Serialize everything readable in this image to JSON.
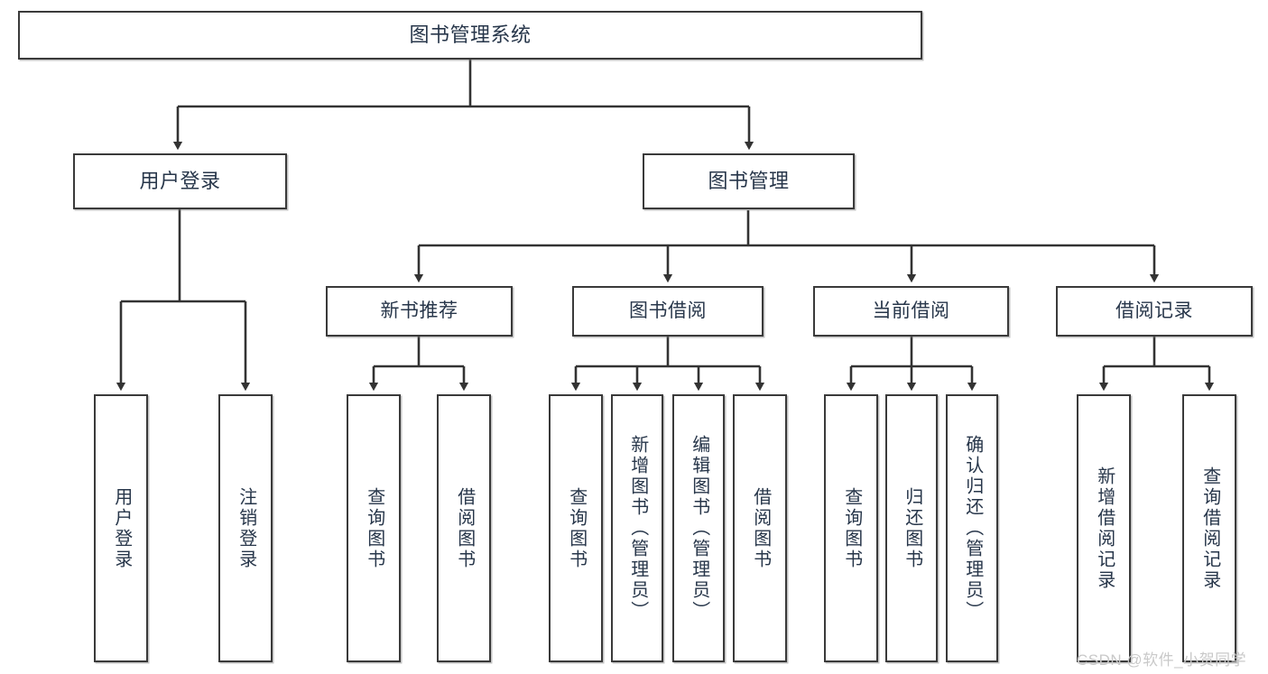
{
  "diagram": {
    "title_node": {
      "label": "图书管理系统"
    },
    "level1": [
      {
        "id": "user-login",
        "label": "用户登录"
      },
      {
        "id": "book-management",
        "label": "图书管理"
      }
    ],
    "level2": [
      {
        "id": "new-book-recommend",
        "label": "新书推荐"
      },
      {
        "id": "book-borrow",
        "label": "图书借阅"
      },
      {
        "id": "current-borrow",
        "label": "当前借阅"
      },
      {
        "id": "borrow-record",
        "label": "借阅记录"
      }
    ],
    "leaves": {
      "user_login": [
        {
          "id": "leaf-user-login",
          "label": "用户登录"
        },
        {
          "id": "leaf-logout-login",
          "label": "注销登录"
        }
      ],
      "new_book_recommend": [
        {
          "id": "leaf-query-book-1",
          "label": "查询图书"
        },
        {
          "id": "leaf-borrow-book-1",
          "label": "借阅图书"
        }
      ],
      "book_borrow": [
        {
          "id": "leaf-query-book-2",
          "label": "查询图书"
        },
        {
          "id": "leaf-add-book",
          "label": "新增图书（管理员）"
        },
        {
          "id": "leaf-edit-book",
          "label": "编辑图书（管理员）"
        },
        {
          "id": "leaf-borrow-book-2",
          "label": "借阅图书"
        }
      ],
      "current_borrow": [
        {
          "id": "leaf-query-book-3",
          "label": "查询图书"
        },
        {
          "id": "leaf-return-book",
          "label": "归还图书"
        },
        {
          "id": "leaf-confirm-return",
          "label": "确认归还（管理员）"
        }
      ],
      "borrow_record": [
        {
          "id": "leaf-add-record",
          "label": "新增借阅记录"
        },
        {
          "id": "leaf-query-record",
          "label": "查询借阅记录"
        }
      ]
    },
    "colors": {
      "box_border": "#3a3a3a",
      "box_fill": "#ffffff",
      "text": "#27364a",
      "connector": "#333333",
      "watermark": "#c9c9c9"
    }
  },
  "watermark": {
    "text": "CSDN @软件_小贺同学"
  }
}
